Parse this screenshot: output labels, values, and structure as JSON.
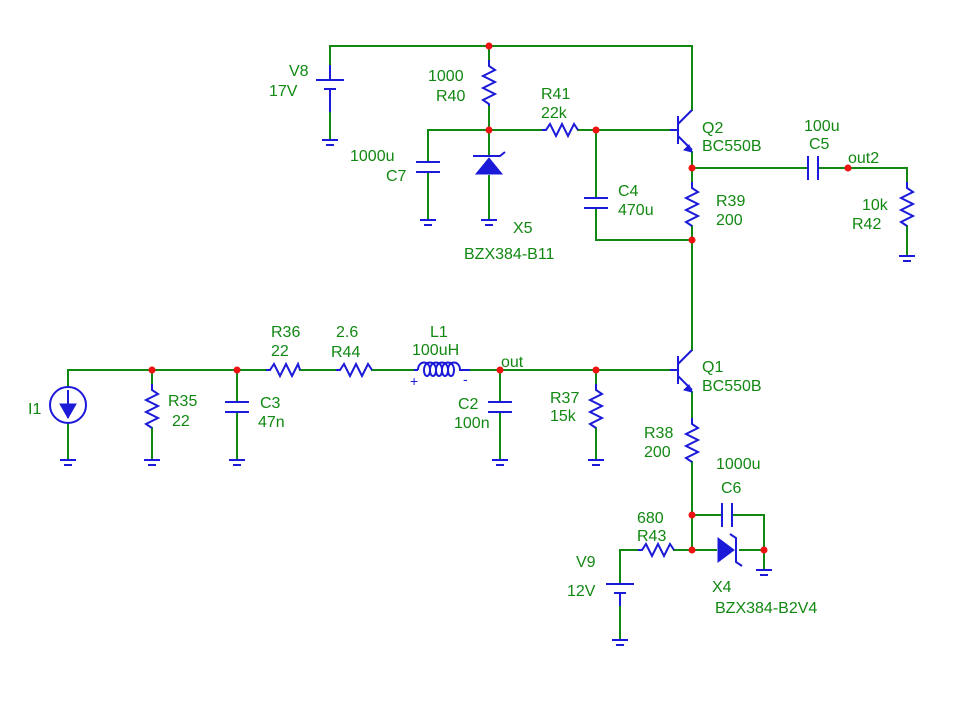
{
  "labels": {
    "v8_name": "V8",
    "v8_value": "17V",
    "r40_value": "1000",
    "r40_name": "R40",
    "r41_name": "R41",
    "r41_value": "22k",
    "q2_name": "Q2",
    "q2_model": "BC550B",
    "c5_value": "100u",
    "c5_name": "C5",
    "out2": "out2",
    "c7_value": "1000u",
    "c7_name": "C7",
    "c4_name": "C4",
    "c4_value": "470u",
    "r39_name": "R39",
    "r39_value": "200",
    "r42_value": "10k",
    "r42_name": "R42",
    "x5_name": "X5",
    "x5_model": "BZX384-B11",
    "r36_name": "R36",
    "r36_value": "22",
    "r44_value": "2.6",
    "r44_name": "R44",
    "l1_name": "L1",
    "l1_value": "100uH",
    "out": "out",
    "q1_name": "Q1",
    "q1_model": "BC550B",
    "i1_name": "I1",
    "r35_name": "R35",
    "r35_value": "22",
    "c3_name": "C3",
    "c3_value": "47n",
    "c2_name": "C2",
    "c2_value": "100n",
    "r37_name": "R37",
    "r37_value": "15k",
    "r38_name": "R38",
    "r38_value": "200",
    "c6_value": "1000u",
    "c6_name": "C6",
    "r43_value": "680",
    "r43_name": "R43",
    "v9_name": "V9",
    "v9_value": "12V",
    "x4_name": "X4",
    "x4_model": "BZX384-B2V4",
    "l1_plus": "+",
    "l1_minus": "-"
  }
}
